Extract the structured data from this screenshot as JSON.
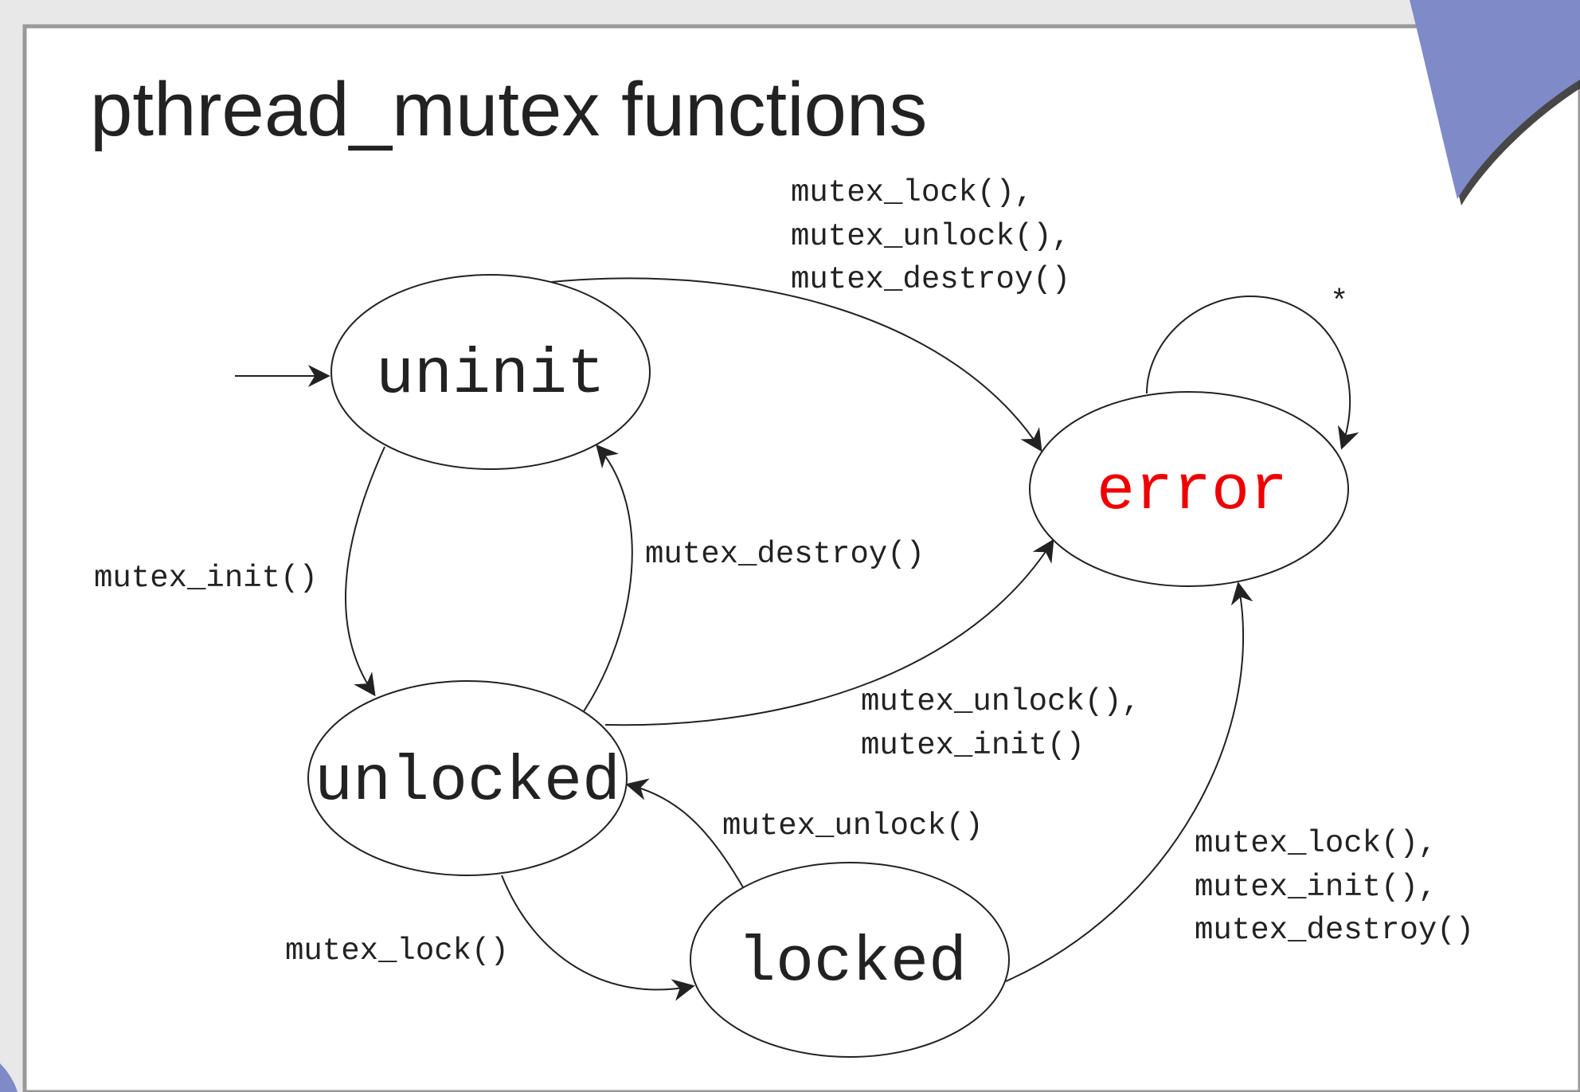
{
  "title": "pthread_mutex functions",
  "colors": {
    "background": "#ffffff",
    "frame": "#999999",
    "accent": "#7f8bc8",
    "error_text": "#ee0000",
    "ink": "#222222"
  },
  "states": {
    "uninit": "uninit",
    "unlocked": "unlocked",
    "locked": "locked",
    "error": "error"
  },
  "edges": {
    "uninit_to_unlocked": [
      "mutex_init()"
    ],
    "unlocked_to_uninit": [
      "mutex_destroy()"
    ],
    "uninit_to_error": [
      "mutex_lock(),",
      "mutex_unlock(),",
      "mutex_destroy()"
    ],
    "unlocked_to_error": [
      "mutex_unlock(),",
      "mutex_init()"
    ],
    "unlocked_to_locked": [
      "mutex_lock()"
    ],
    "locked_to_unlocked": [
      "mutex_unlock()"
    ],
    "locked_to_error": [
      "mutex_lock(),",
      "mutex_init(),",
      "mutex_destroy()"
    ],
    "error_self": [
      "*"
    ]
  }
}
